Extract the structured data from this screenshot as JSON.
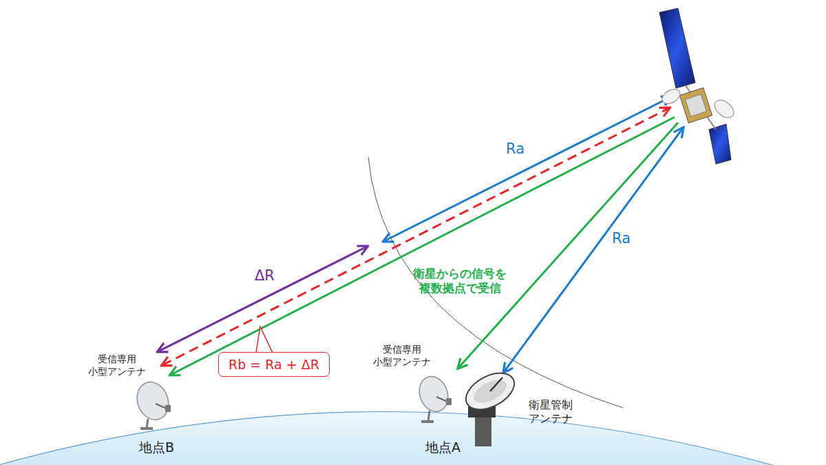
{
  "diagram": {
    "nodes": [
      {
        "text": [
          "Rb = Ra + ΔR"
        ]
      }
    ],
    "labels": [
      "Ra",
      "Ra",
      "衛星からの信号を 複数拠点で受信",
      "ΔR",
      "受信専用 小型アンテナ",
      "受信専用 小型アンテナ",
      "衛星管制 アンテナ",
      "地点B",
      "地点A"
    ]
  }
}
